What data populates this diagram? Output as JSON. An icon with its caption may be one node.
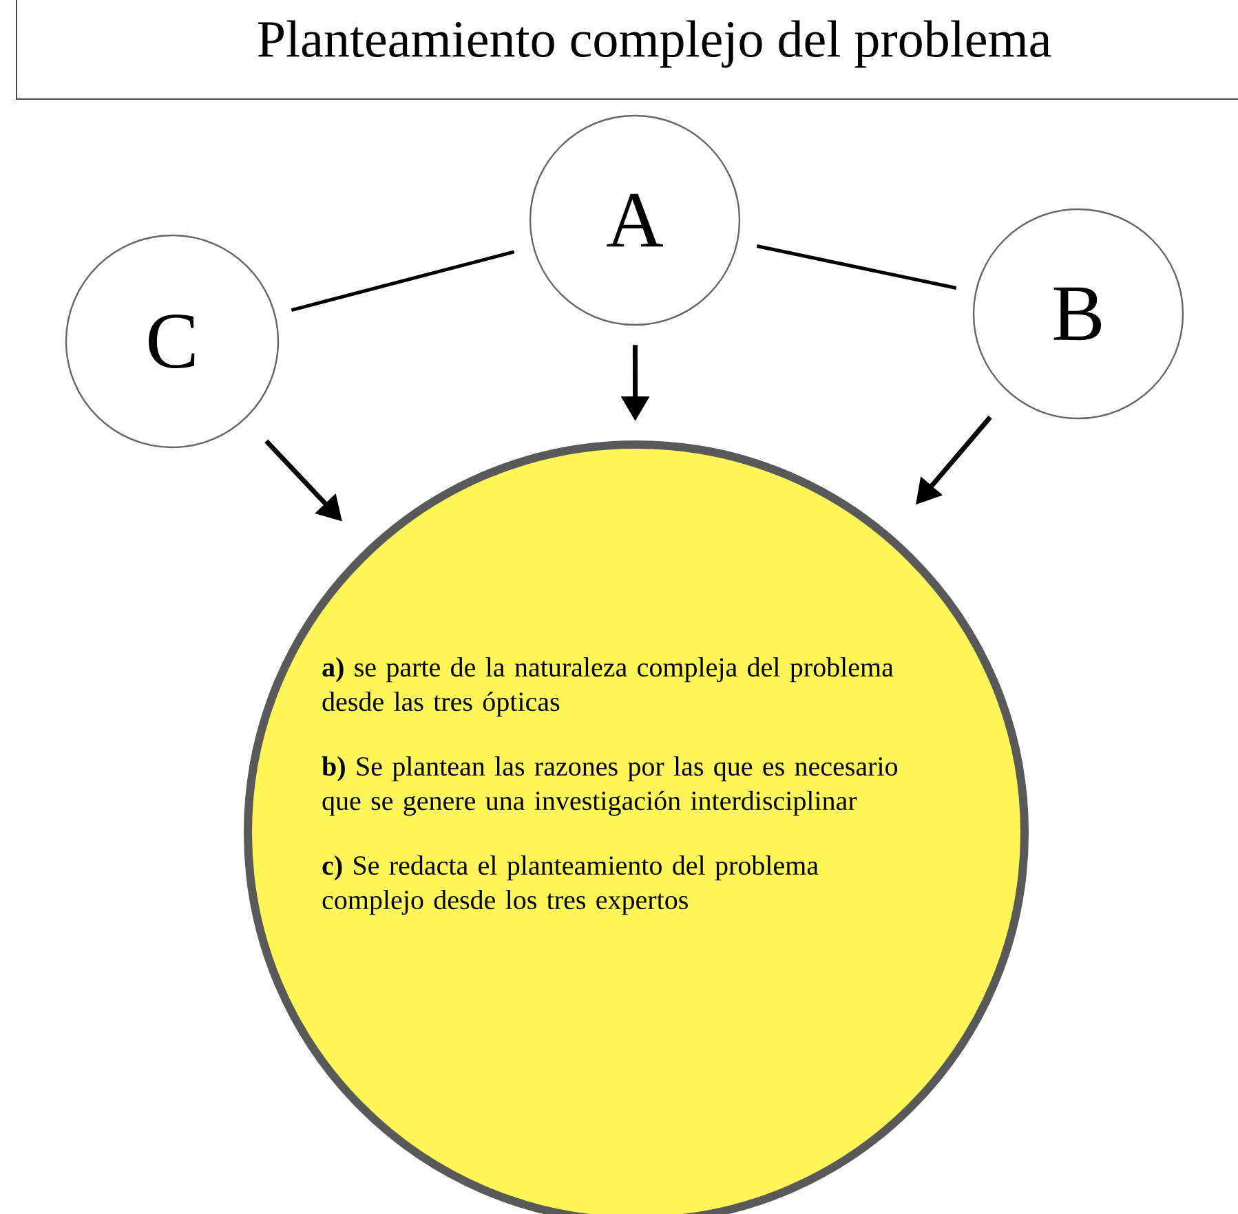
{
  "diagram": {
    "title": "Planteamiento complejo del problema",
    "nodes": [
      {
        "text": [
          "A"
        ]
      },
      {
        "text": [
          "C"
        ]
      },
      {
        "text": [
          "B"
        ]
      },
      {
        "text": [
          "**a)** se parte de la naturaleza compleja del problema desde las tres ópticas",
          "**b)** Se plantean las razones por las que es necesario que se genere una investigación interdisciplinar",
          "**c)** Se redacta el planteamiento del problema complejo desde los tres expertos"
        ]
      }
    ],
    "edges": [
      {
        "from": 1,
        "to": 0,
        "arrow": "none"
      },
      {
        "from": 0,
        "to": 2,
        "arrow": "none"
      },
      {
        "from": 1,
        "to": 3,
        "arrow": "to"
      },
      {
        "from": 0,
        "to": 3,
        "arrow": "to"
      },
      {
        "from": 2,
        "to": 3,
        "arrow": "to"
      }
    ]
  }
}
